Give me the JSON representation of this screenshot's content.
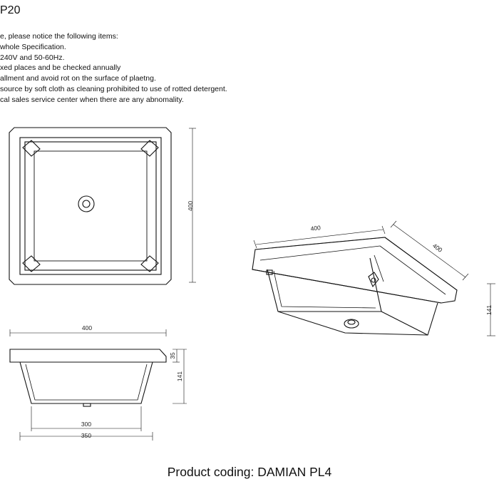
{
  "header": {
    "code": "P20"
  },
  "notes": [
    "e, please notice the following items:",
    "whole Specification.",
    "240V and 50-60Hz.",
    "xed places and be checked annually",
    "allment and avoid rot on the surface of plaetng.",
    "source by soft cloth as cleaning prohibited to use of rotted detergent.",
    "cal sales service center when there are any abnomality."
  ],
  "dimensions": {
    "top_view_height": "400",
    "iso_width": "400",
    "iso_depth": "400",
    "iso_height": "141",
    "side_width": "400",
    "side_flange": "35",
    "side_height": "141",
    "side_inner_width": "300",
    "side_base_width": "350"
  },
  "product": {
    "label": "Product coding: DAMIAN PL4"
  }
}
